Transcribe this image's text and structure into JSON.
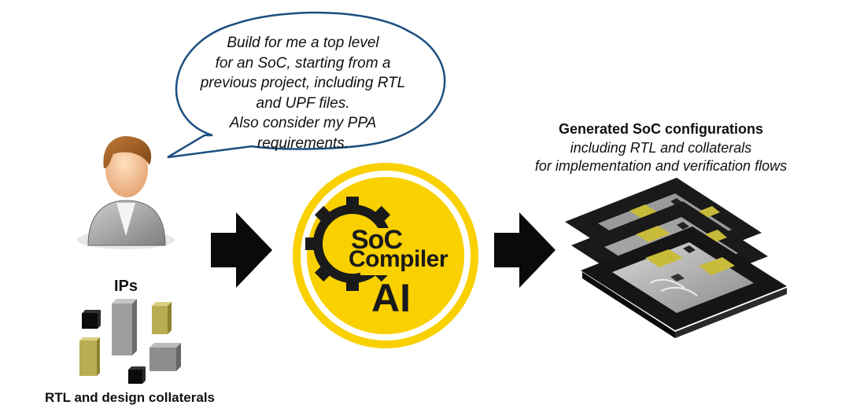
{
  "speech_bubble": {
    "lines": [
      "Build for me a top level",
      "for an SoC, starting from a",
      "previous project, including RTL",
      "and UPF files.",
      "Also consider my PPA",
      "requirements."
    ]
  },
  "logo": {
    "line1": "SoC",
    "line2": "Compiler",
    "line3": "AI",
    "accent_color": "#f9d000"
  },
  "output": {
    "title": "Generated SoC configurations",
    "subtitle_lines": [
      "including RTL and collaterals",
      "for implementation and verification flows"
    ]
  },
  "inputs": {
    "ips_label": "IPs",
    "rtl_label": "RTL and design collaterals"
  },
  "icons": [
    "user-avatar-icon",
    "arrow-right-icon",
    "gear-icon",
    "chip-stack-icon",
    "ip-blocks-icon"
  ]
}
